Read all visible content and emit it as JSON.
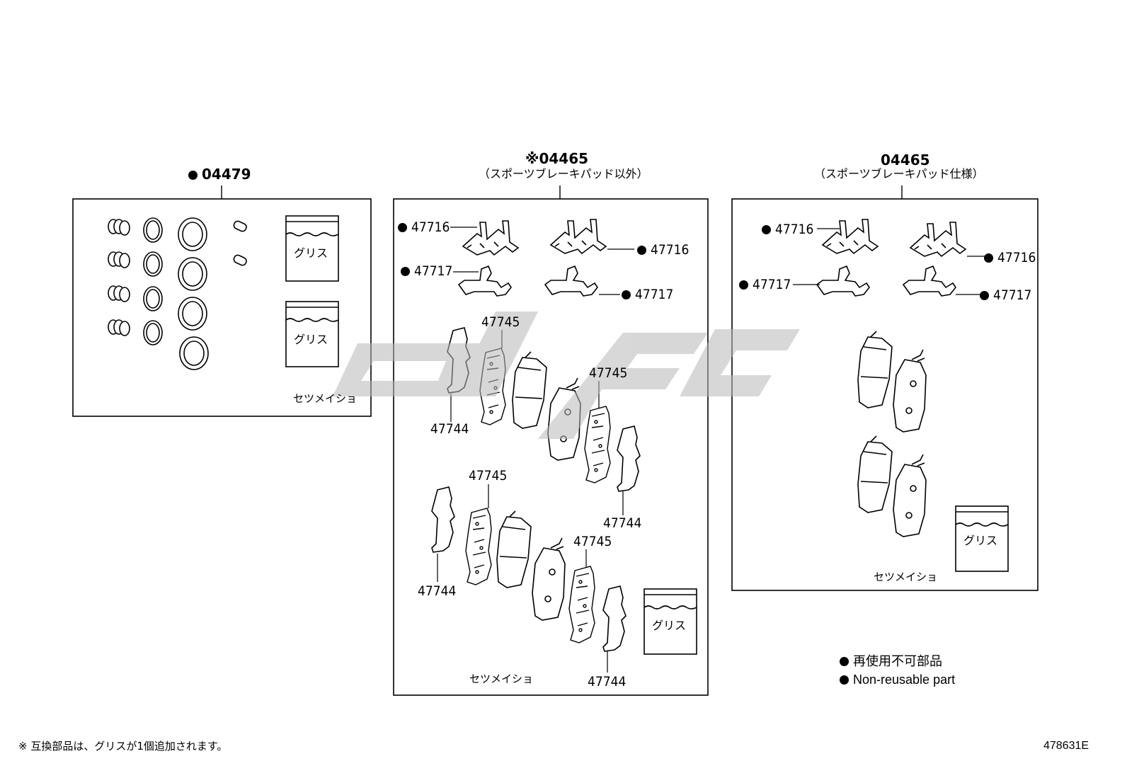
{
  "groups": {
    "left": {
      "part_no": "04479",
      "marked": true
    },
    "middle": {
      "prefix": "※",
      "part_no": "04465",
      "subtitle": "（スポーツブレーキパッド以外）"
    },
    "right": {
      "part_no": "04465",
      "subtitle": "（スポーツブレーキパッド仕様）"
    }
  },
  "callouts": {
    "p47716": "47716",
    "p47717": "47717",
    "p47744": "47744",
    "p47745": "47745"
  },
  "grease_label": "グリス",
  "instructions_label": "セツメイショ",
  "legend": {
    "jp": "再使用不可部品",
    "en": "Non-reusable part"
  },
  "footnote": "※ 互換部品は、グリスが1個追加されます。",
  "diagram_id": "478631E",
  "watermark": {
    "color": "#b8b8b8"
  }
}
